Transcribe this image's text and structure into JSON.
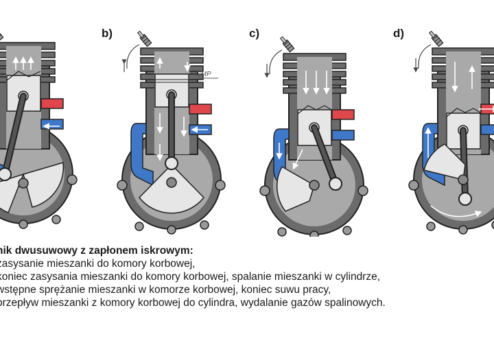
{
  "panels": {
    "b": {
      "letter": "b)"
    },
    "c": {
      "letter": "c)"
    },
    "d": {
      "letter": "d)"
    }
  },
  "gmp_label": "GMP",
  "caption": {
    "title": "nik dwusuwowy z zapłonem iskrowym:",
    "lines": [
      "zasysanie mieszanki do komory korbowej,",
      "koniec zasysania mieszanki do komory korbowej, spalanie mieszanki w cylindrze,",
      "wstępne sprężanie mieszanki w komorze korbowej, koniec suwu pracy,",
      "przepływ mieszanki z komory korbowej do cylindra, wydalanie gazów spalinowych."
    ]
  },
  "colors": {
    "body": "#6b6b6b",
    "chamber": "#a9a9a9",
    "light_part": "#e6e6e6",
    "transfer_port": "#3f78c8",
    "exhaust_port": "#e0474c",
    "outline": "#222222"
  }
}
